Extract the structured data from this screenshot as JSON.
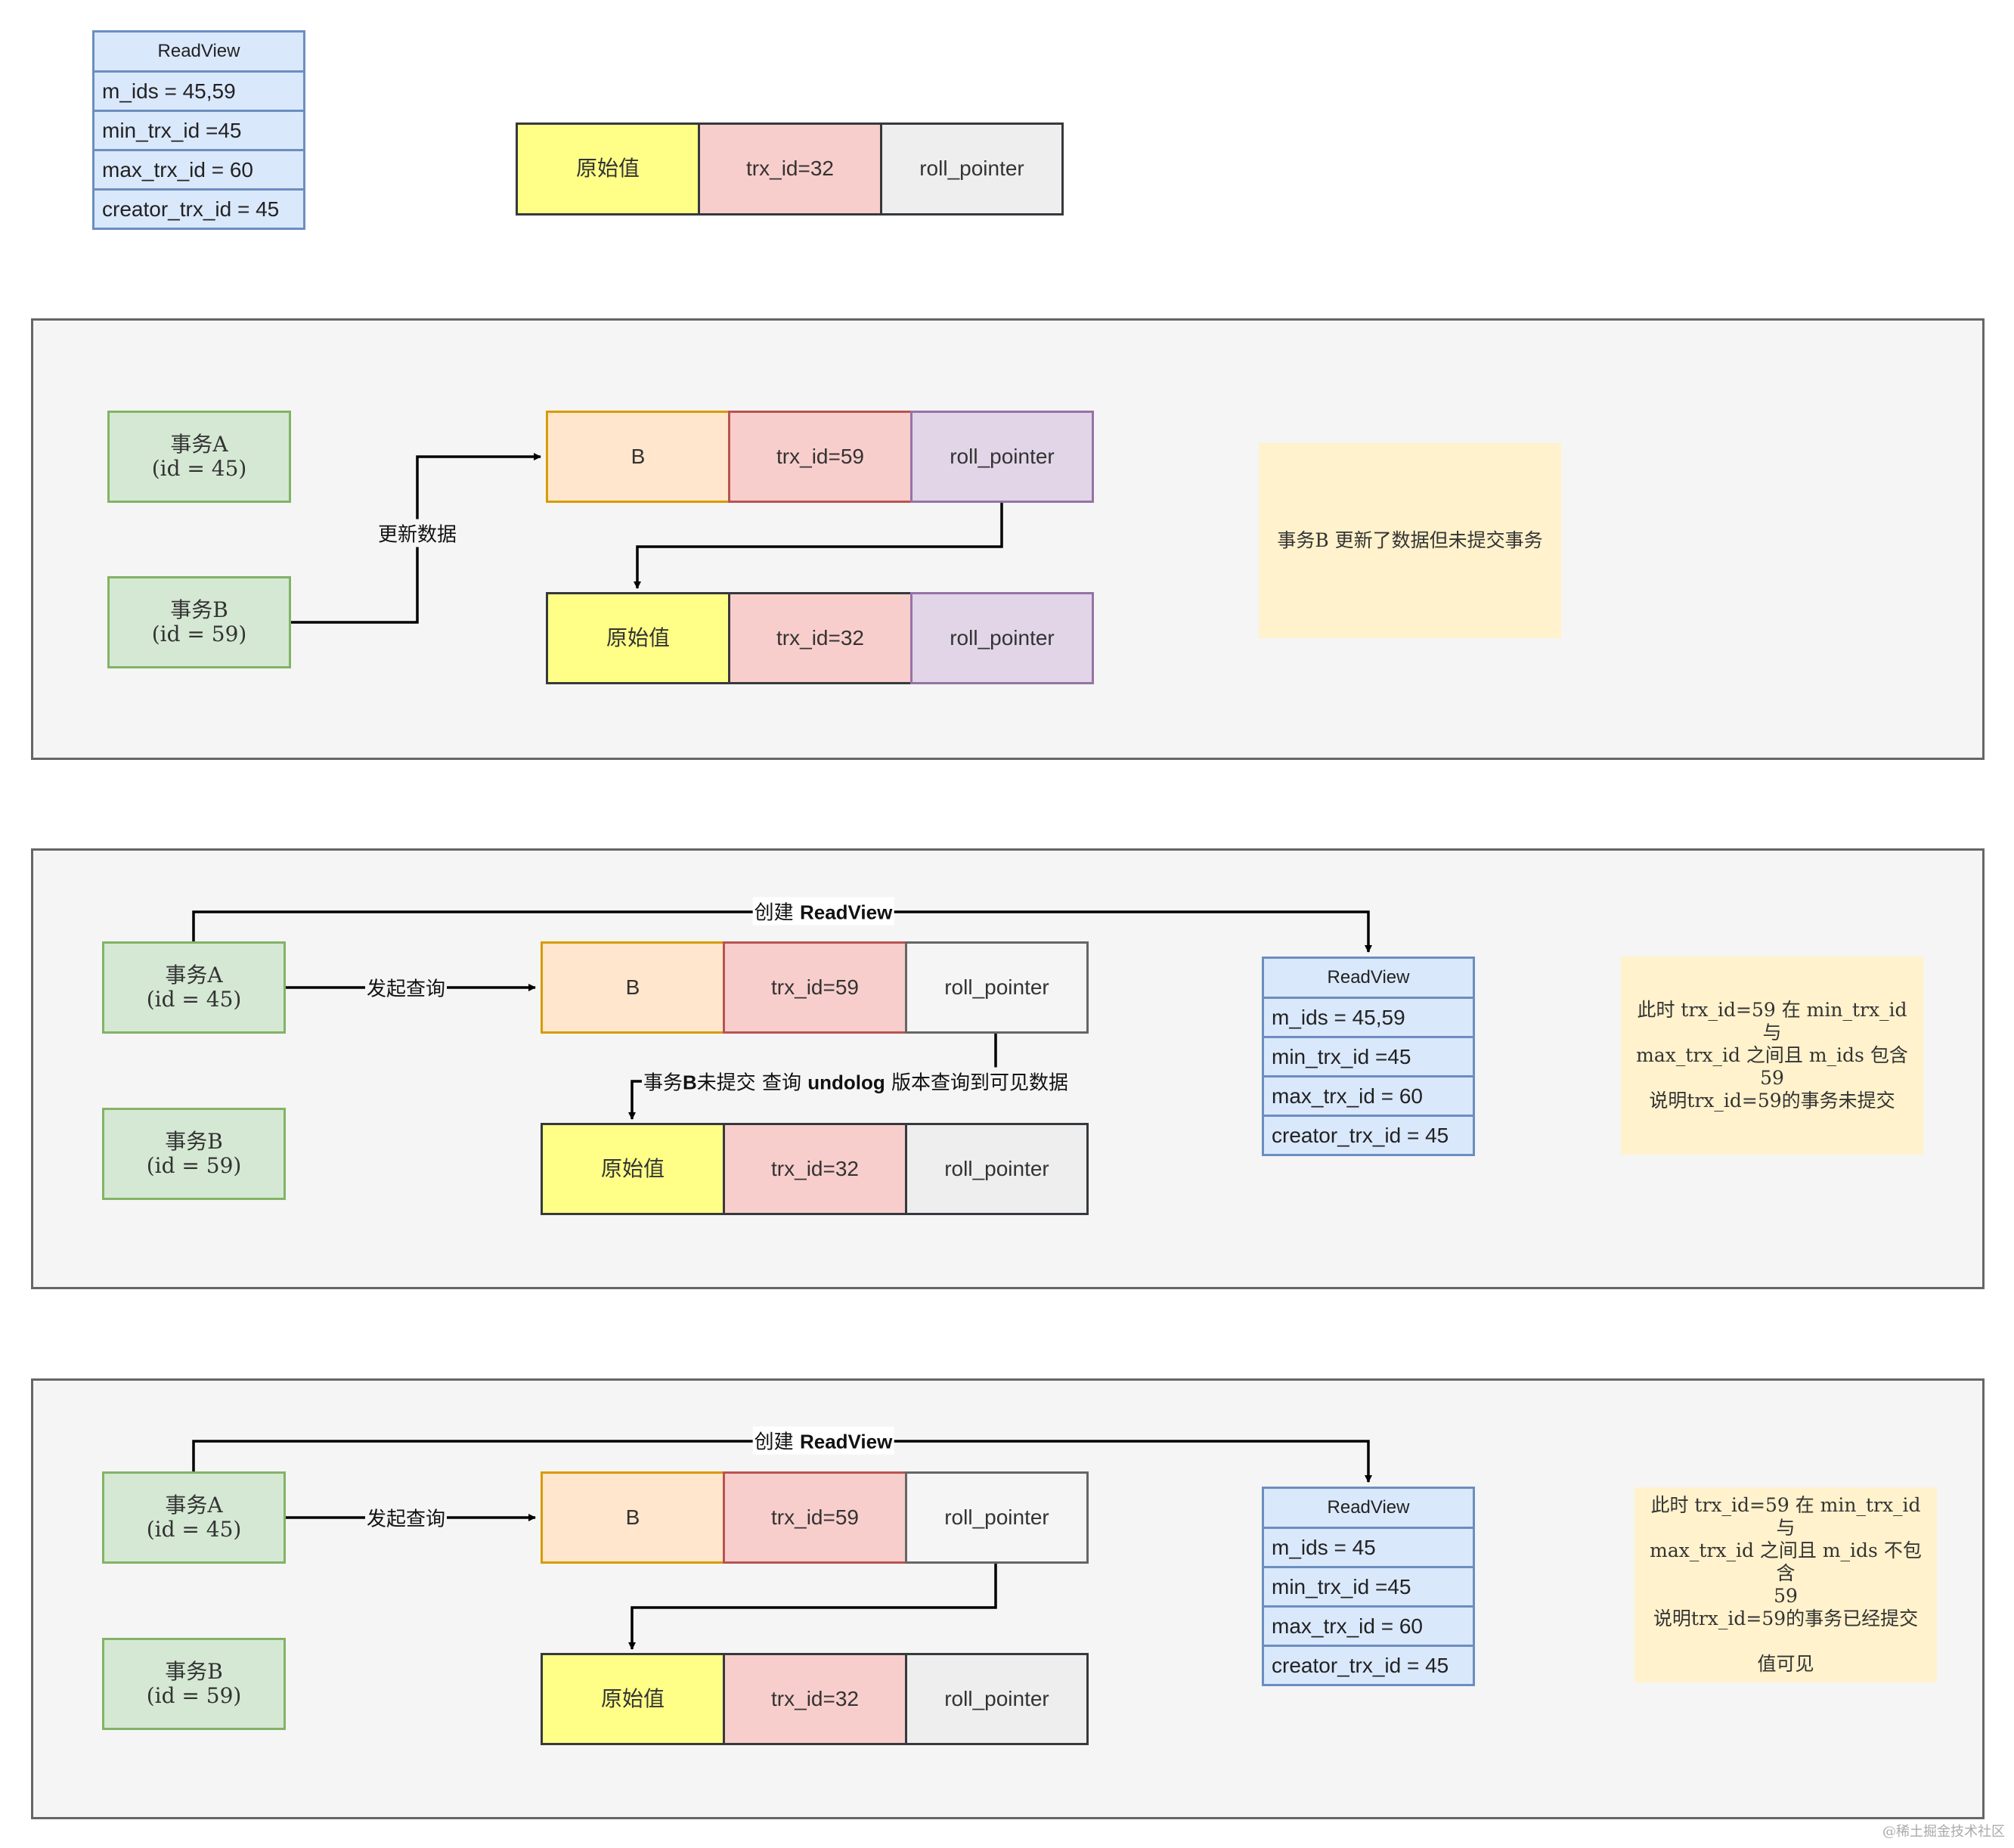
{
  "legend": {
    "readview": [
      "ReadView",
      "m_ids = 45,59",
      "min_trx_id =45",
      "max_trx_id = 60",
      "creator_trx_id = 45"
    ],
    "row": [
      "原始值",
      "trx_id=32",
      "roll_pointer"
    ]
  },
  "panel1": {
    "txA": "事务A\n(id = 45)",
    "txB": "事务B\n(id = 59)",
    "edge_update": "更新数据",
    "row_new": [
      "B",
      "trx_id=59",
      "roll_pointer"
    ],
    "row_old": [
      "原始值",
      "trx_id=32",
      "roll_pointer"
    ],
    "note": "事务B 更新了数据但未提交事务"
  },
  "panel2": {
    "txA": "事务A\n(id = 45)",
    "txB": "事务B\n(id = 59)",
    "edge_create_prefix": "创建",
    "edge_create_bold": "ReadView",
    "edge_query": "发起查询",
    "edge_undo_a": "事务",
    "edge_undo_b": "B",
    "edge_undo_c": "未提交 查询",
    "edge_undo_d": "undolog",
    "edge_undo_e": "版本查询到可见数据",
    "row_new": [
      "B",
      "trx_id=59",
      "roll_pointer"
    ],
    "row_old": [
      "原始值",
      "trx_id=32",
      "roll_pointer"
    ],
    "readview": [
      "ReadView",
      "m_ids = 45,59",
      "min_trx_id =45",
      "max_trx_id = 60",
      "creator_trx_id = 45"
    ],
    "note": "此时 trx_id=59 在 min_trx_id 与\nmax_trx_id 之间且 m_ids 包含 59\n说明trx_id=59的事务未提交"
  },
  "panel3": {
    "txA": "事务A\n(id = 45)",
    "txB": "事务B\n(id = 59)",
    "edge_create_prefix": "创建",
    "edge_create_bold": "ReadView",
    "edge_query": "发起查询",
    "row_new": [
      "B",
      "trx_id=59",
      "roll_pointer"
    ],
    "row_old": [
      "原始值",
      "trx_id=32",
      "roll_pointer"
    ],
    "readview": [
      "ReadView",
      "m_ids = 45",
      "min_trx_id =45",
      "max_trx_id = 60",
      "creator_trx_id = 45"
    ],
    "note": "此时 trx_id=59 在 min_trx_id 与\nmax_trx_id 之间且 m_ids 不包含\n59\n说明trx_id=59的事务已经提交\n\n值可见"
  },
  "watermark": "@稀土掘金技术社区",
  "colors": {
    "panel_bg": "#f5f5f5",
    "row_value": "#ffff88",
    "row_trx": "#f8cecc",
    "row_new": "#ffe6cc",
    "pointer_uncommitted": "#e1d5e7",
    "transaction": "#d5e8d4",
    "readview": "#dae8fc",
    "note": "#fff2cc"
  }
}
